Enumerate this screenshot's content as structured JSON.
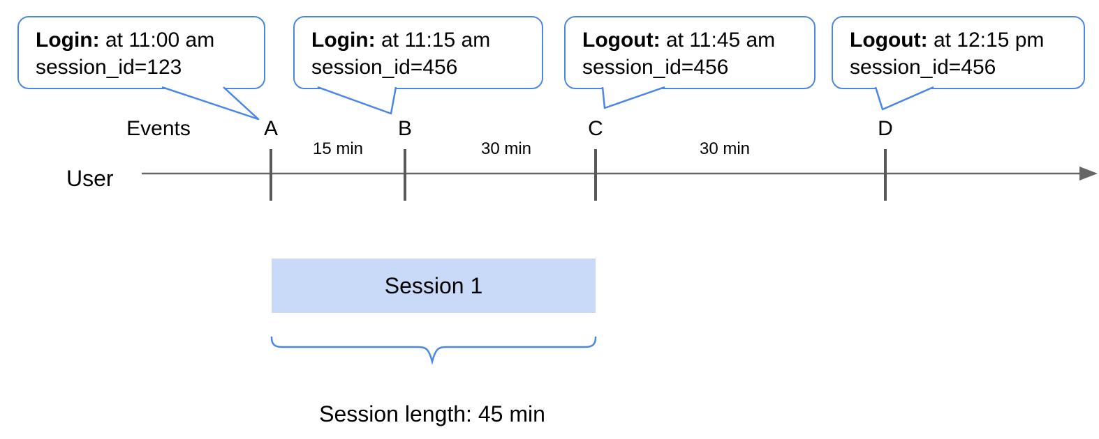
{
  "colors": {
    "accent_blue": "#4a86e8",
    "session_fill": "#c9daf8",
    "line_gray": "#666666",
    "tick_gray": "#595959"
  },
  "callouts": [
    {
      "bold": "Login:",
      "rest": " at 11:00 am",
      "line2": "session_id=123",
      "points_to": "A"
    },
    {
      "bold": "Login:",
      "rest": " at 11:15 am",
      "line2": "session_id=456",
      "points_to": "B"
    },
    {
      "bold": "Logout:",
      "rest": " at 11:45 am",
      "line2": "session_id=456",
      "points_to": "C"
    },
    {
      "bold": "Logout:",
      "rest": " at 12:15 pm",
      "line2": "session_id=456",
      "points_to": "D"
    }
  ],
  "timeline": {
    "events_label": "Events",
    "user_label": "User",
    "event_letters": [
      "A",
      "B",
      "C",
      "D"
    ],
    "interval_labels": [
      "15 min",
      "30 min",
      "30 min"
    ]
  },
  "session": {
    "box_label": "Session 1",
    "length_label": "Session length: 45 min"
  }
}
